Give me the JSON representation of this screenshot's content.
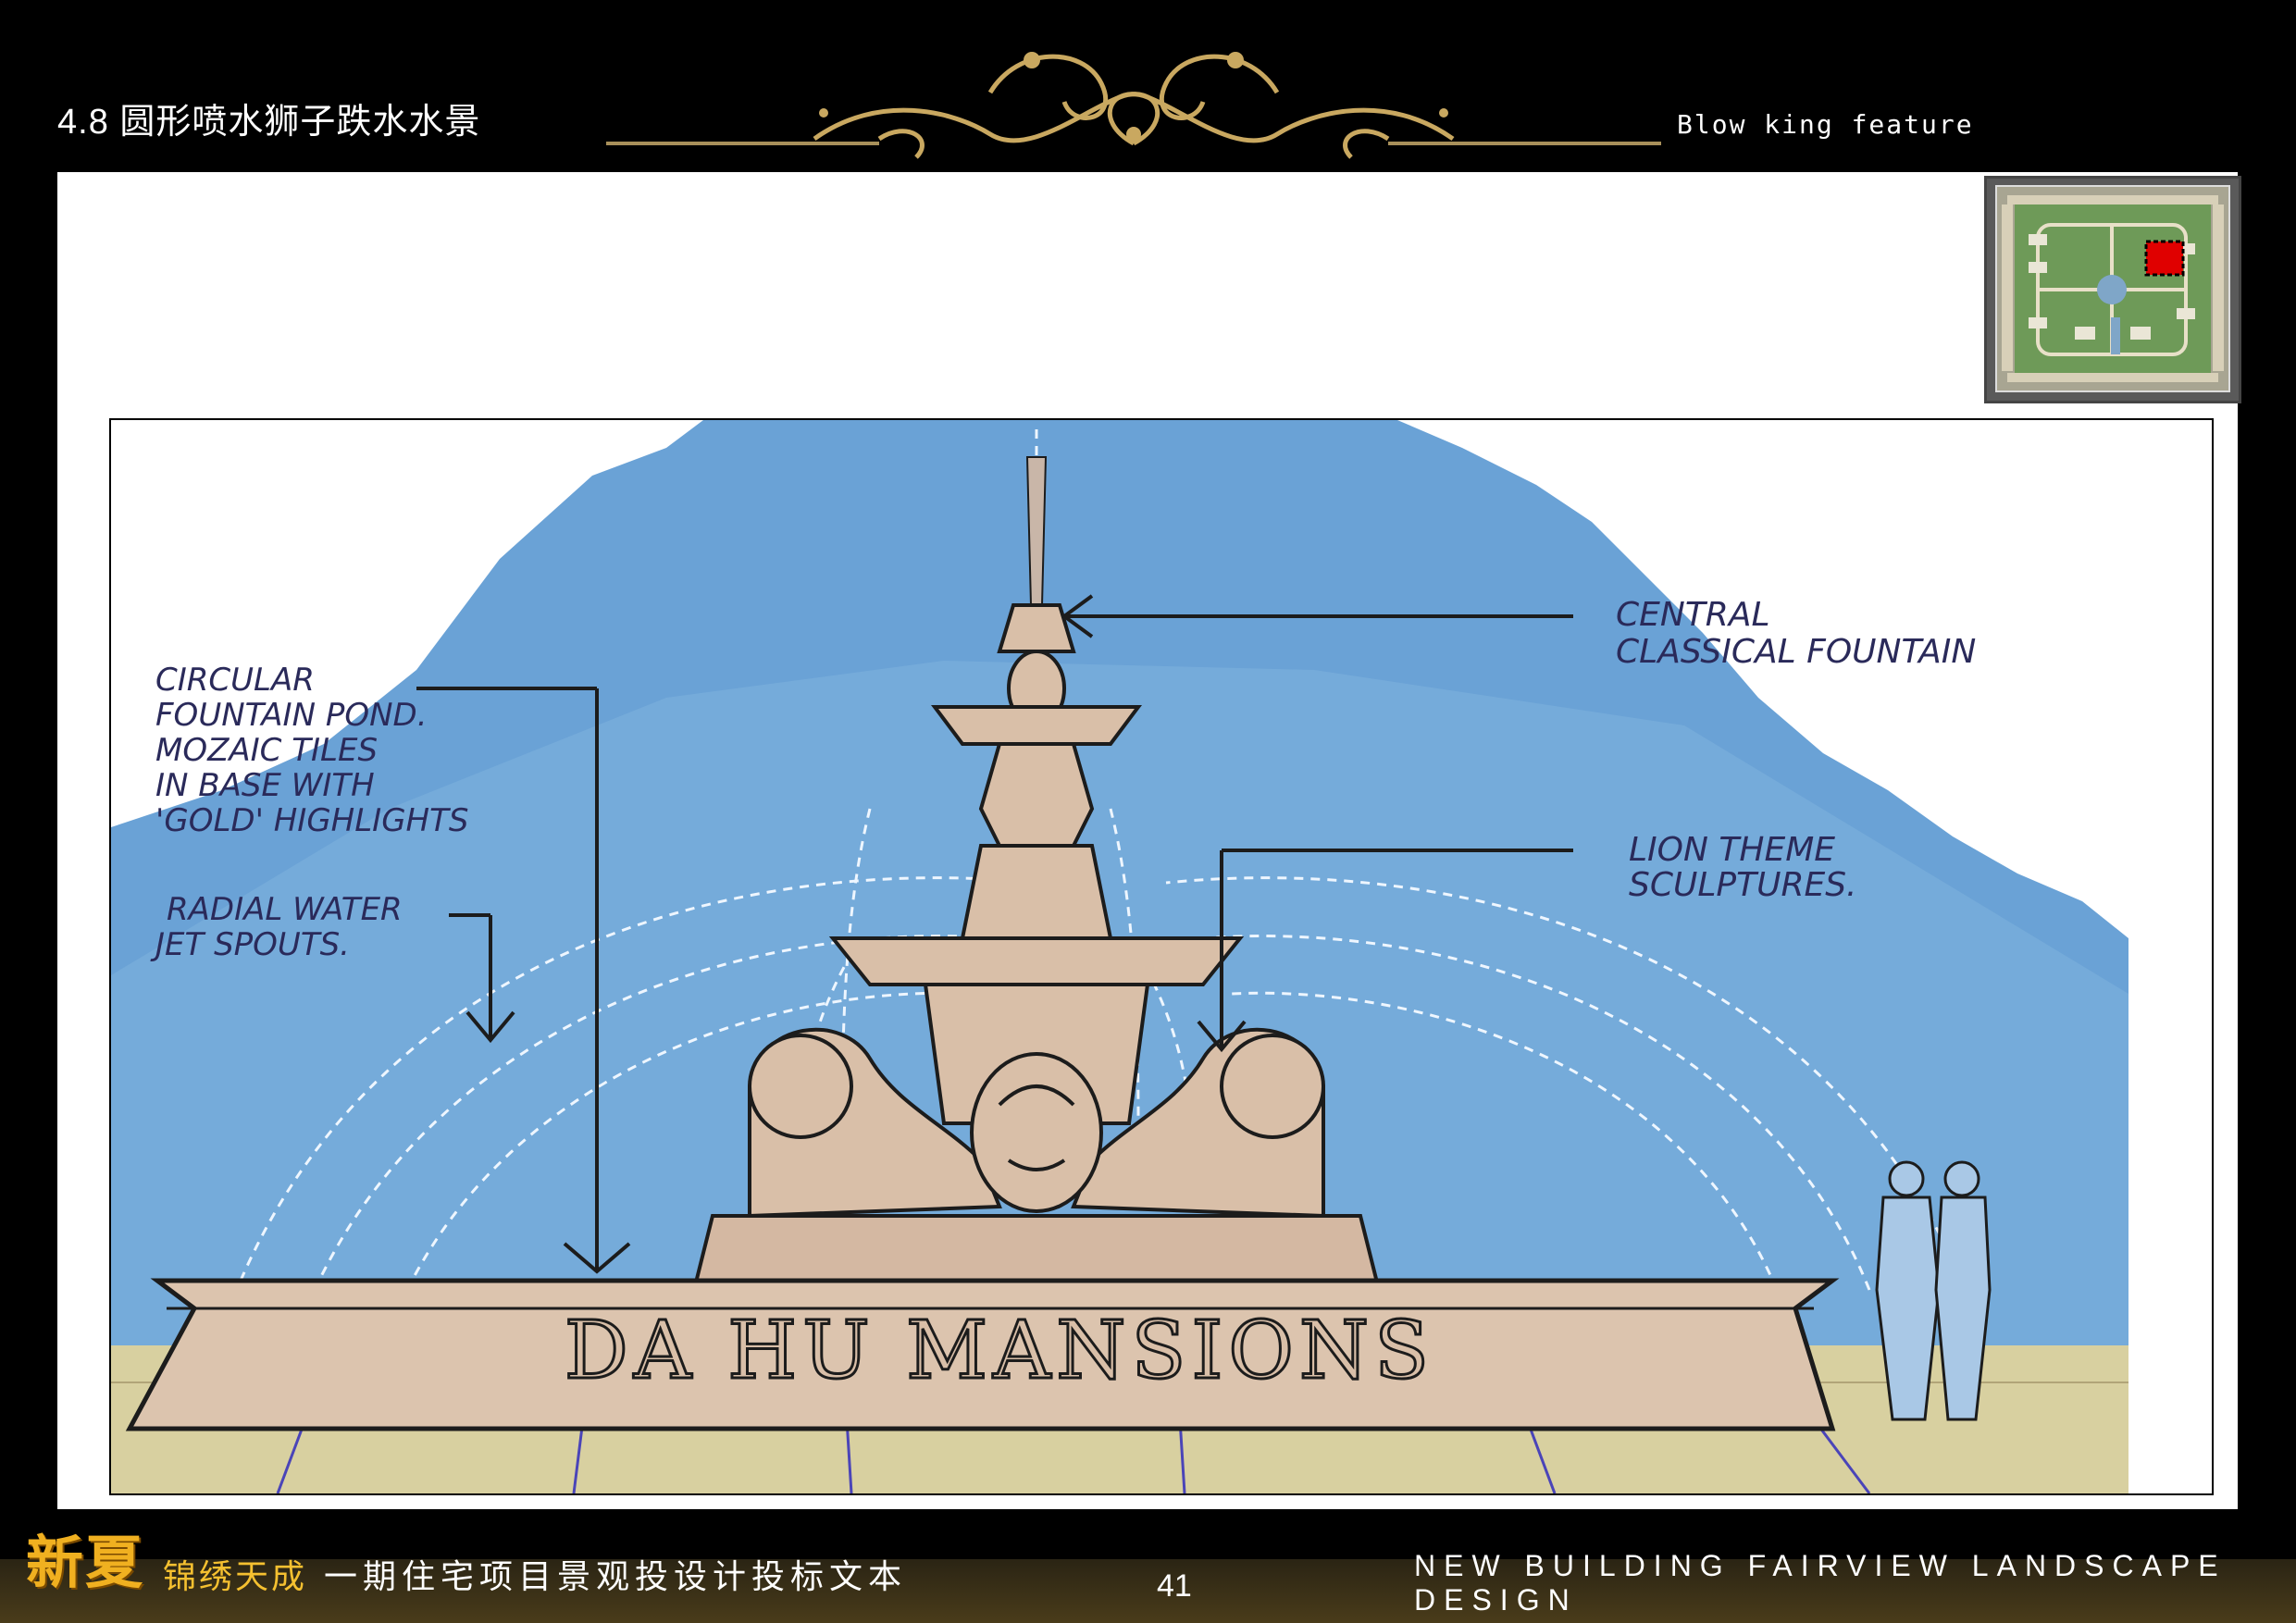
{
  "header": {
    "title": "4.8 圆形喷水狮子跌水水景",
    "subtitle": "Blow king feature"
  },
  "drawing": {
    "inscription": "DA HU MANSIONS",
    "annotations": {
      "pond_lines": [
        "CIRCULAR",
        "FOUNTAIN POND.",
        "MOZAIC TILES",
        "IN BASE WITH",
        "'GOLD' HIGHLIGHTS"
      ],
      "spouts_lines": [
        "RADIAL WATER",
        "JET SPOUTS."
      ],
      "fountain_lines": [
        "CENTRAL",
        "CLASSICAL FOUNTAIN"
      ],
      "lion_lines": [
        "LION THEME",
        "SCULPTURES."
      ]
    },
    "colors": {
      "sky": "#6aa2d6",
      "stone": "#d9bfa8",
      "ink": "#1c1c1c",
      "paving": "#d8d0a0"
    }
  },
  "keymap": {
    "highlight_color": "#e00000"
  },
  "footer": {
    "brand": "新夏",
    "project_gold": "锦绣天成",
    "project_white": "一期住宅项目景观投设计投标文本",
    "english": "NEW BUILDING FAIRVIEW LANDSCAPE DESIGN",
    "page_number": "41"
  }
}
